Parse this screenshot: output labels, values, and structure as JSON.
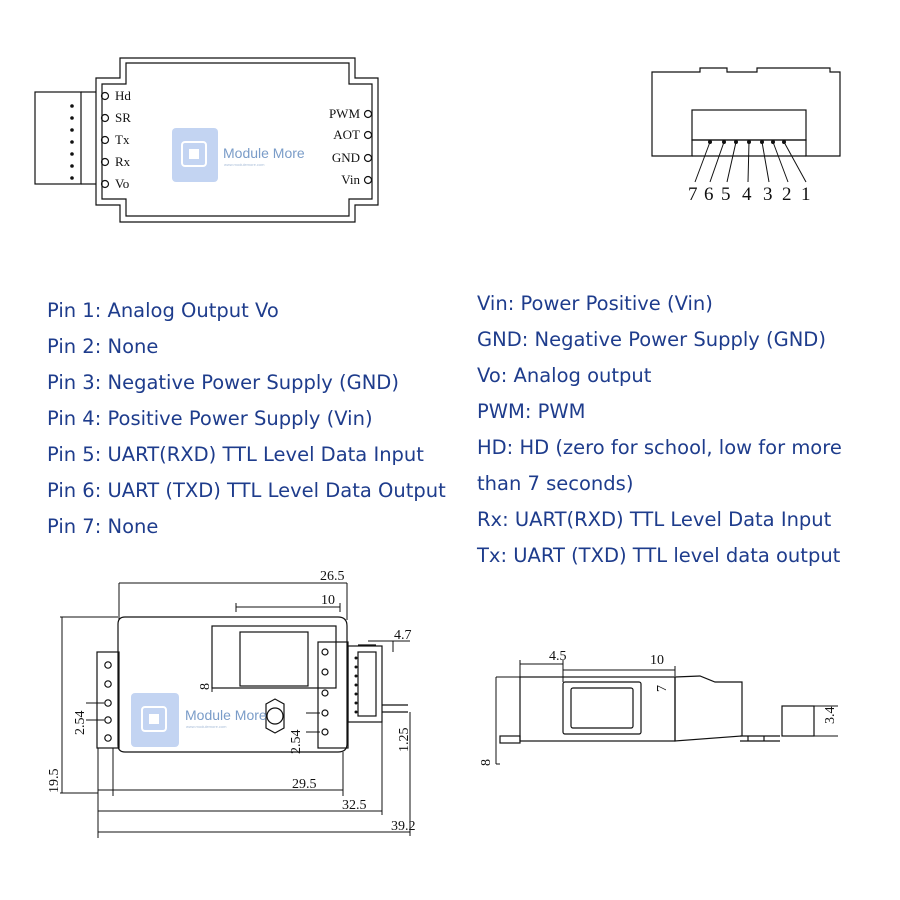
{
  "top_left_board": {
    "left_pins": [
      "Hd",
      "SR",
      "Tx",
      "Rx",
      "Vo"
    ],
    "right_pins": [
      "PWM",
      "AOT",
      "GND",
      "Vin"
    ],
    "watermark": "Module More",
    "watermark_sub": "www.modulemore.com"
  },
  "connector_view": {
    "pin_numbers": [
      "7",
      "6",
      "5",
      "4",
      "3",
      "2",
      "1"
    ]
  },
  "pin_list_left": [
    "Pin 1: Analog Output Vo",
    "Pin 2: None",
    "Pin 3: Negative Power Supply (GND)",
    "Pin 4: Positive Power Supply (Vin)",
    "Pin 5: UART(RXD) TTL Level Data Input",
    "Pin 6: UART (TXD) TTL Level Data Output",
    "Pin 7: None"
  ],
  "pin_list_right": [
    "Vin: Power Positive (Vin)",
    "GND: Negative Power Supply (GND)",
    "Vo: Analog output",
    "PWM: PWM",
    "HD: HD (zero for school, low for more",
    "than 7 seconds)",
    "Rx: UART(RXD) TTL Level Data Input",
    "Tx: UART (TXD) TTL level data output"
  ],
  "front_dimensions": {
    "d26_5": "26.5",
    "d10": "10",
    "d4_7": "4.7",
    "d8": "8",
    "d2_54_left": "2.54",
    "d2_54_mid": "2.54",
    "d1_25": "1.25",
    "d19_5": "19.5",
    "d29_5": "29.5",
    "d32_5": "32.5",
    "d39_2": "39.2",
    "watermark": "Module More",
    "watermark_sub": "www.modulemore.com"
  },
  "side_dimensions": {
    "d4_5": "4.5",
    "d10": "10",
    "d7": "7",
    "d3_4": "3.4",
    "d8": "8"
  },
  "colors": {
    "text_blue": "#1e3c8c",
    "line": "#111111",
    "watermark": "#7a9cc8"
  }
}
